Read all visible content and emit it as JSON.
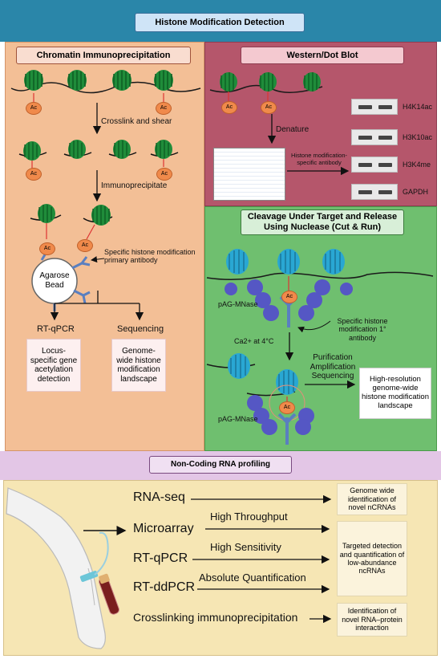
{
  "title": "Histone Modification Detection",
  "chip": {
    "header": "Chromatin Immunoprecipitation",
    "ac": "Ac",
    "step1": "Crosslink and shear",
    "step2": "Immunoprecipitate",
    "bead": "Agarose Bead",
    "antibody_label": "Specific histone modification primary antibody",
    "branch1": "RT-qPCR",
    "branch2": "Sequencing",
    "result1": "Locus-specific gene acetylation detection",
    "result2": "Genome-wide histone modification landscape"
  },
  "western": {
    "header": "Western/Dot Blot",
    "denature": "Denature",
    "antibody": "Histone modification-specific antibody",
    "bands": [
      "H4K14ac",
      "H3K10ac",
      "H3K4me",
      "GAPDH"
    ]
  },
  "cutrun": {
    "header": "Cleavage Under Target and Release Using Nuclease (Cut & Run)",
    "enzyme": "pAG-MNase",
    "enzyme2": "pAG-MNase",
    "ac": "Ac",
    "antibody": "Specific histone modification 1° antibody",
    "condition": "Ca2+ at 4°C",
    "steps": "Purification Amplification Sequencing",
    "result": "High-resolution genome-wide histone modification landscape"
  },
  "ncrna": {
    "header": "Non-Coding RNA profiling",
    "methods": [
      "RNA-seq",
      "Microarray",
      "RT-qPCR",
      "RT-ddPCR",
      "Crosslinking immunoprecipitation"
    ],
    "arrow_labels": [
      "High Throughput",
      "High Sensitivity",
      "Absolute Quantification"
    ],
    "results": [
      "Genome wide identification of novel nCRNAs",
      "Targeted detection and quantification of low-abundance ncRNAs",
      "Identification of novel RNA–protein interaction"
    ]
  },
  "colors": {
    "top_band": "#2a86a9",
    "chip_bg": "#f3bf96",
    "western_bg": "#b5566b",
    "cutrun_bg": "#6fbf6f",
    "ncrna_band": "#e3c6e6",
    "ncrna_bg": "#f6e6b4",
    "nucleosome": "#1f8c3a",
    "ac_orange": "#f08a4b"
  }
}
